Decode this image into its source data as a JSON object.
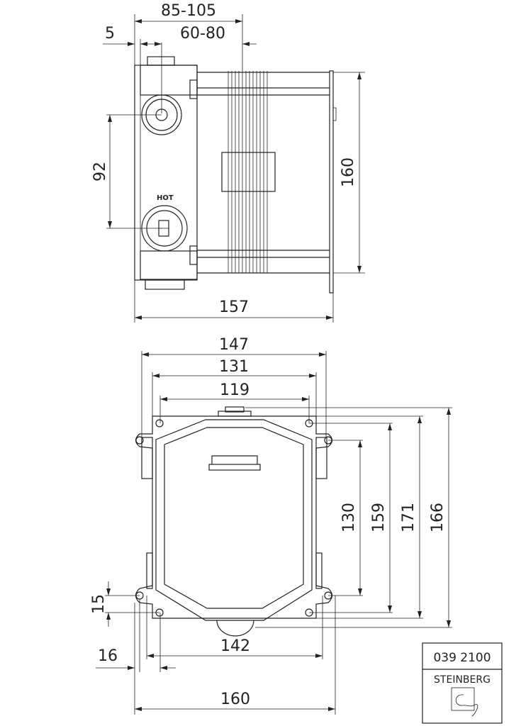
{
  "side_view": {
    "dim_total_depth": "85-105",
    "dim_5": "5",
    "dim_adjust": "60-80",
    "dim_92": "92",
    "dim_160": "160",
    "dim_157": "157",
    "hot_label": "HOT"
  },
  "front_view": {
    "dim_147": "147",
    "dim_131": "131",
    "dim_119": "119",
    "dim_130": "130",
    "dim_159": "159",
    "dim_171": "171",
    "dim_166": "166",
    "dim_15": "15",
    "dim_16": "16",
    "dim_142": "142",
    "dim_160": "160"
  },
  "title_block": {
    "article_number": "039 2100",
    "brand": "STEINBERG"
  }
}
